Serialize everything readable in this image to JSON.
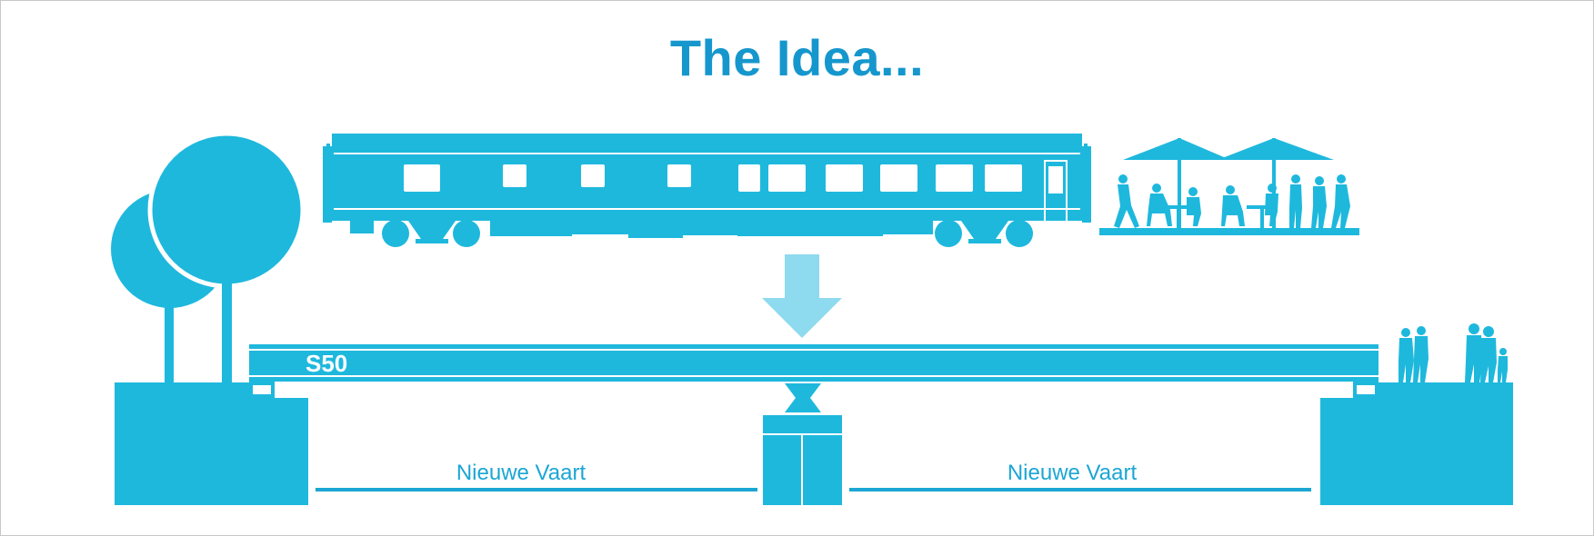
{
  "title": "The Idea...",
  "bridge_label": "S50",
  "water_labels": [
    "Nieuwe Vaart",
    "Nieuwe Vaart"
  ],
  "colors": {
    "primary": "#1eb8dd",
    "title": "#1597cd",
    "label": "#1ba6d4",
    "arrow": "#8edaee",
    "background": "#ffffff"
  },
  "icons": {
    "trees": "tree-icon",
    "train": "train-carriage-icon",
    "cafe": "terrace-people-icon",
    "arrow": "down-arrow-icon",
    "people": "standing-people-icon"
  }
}
